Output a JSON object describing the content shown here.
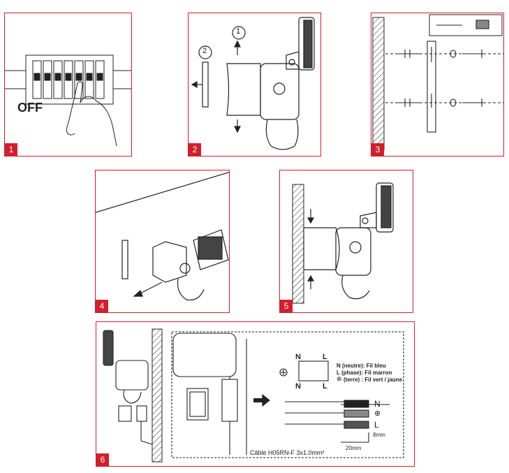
{
  "panels": [
    {
      "step": "1",
      "off_label": "OFF"
    },
    {
      "step": "2",
      "marker_1": "1",
      "marker_2": "2"
    },
    {
      "step": "3"
    },
    {
      "step": "4"
    },
    {
      "step": "5"
    },
    {
      "step": "6",
      "terminal_n_top": "N",
      "terminal_l_top": "L",
      "terminal_n_bottom": "N",
      "terminal_l_bottom": "L",
      "legend_n": "N (neutre): Fil bleu",
      "legend_l": "L (phase): Fil marron",
      "legend_earth": "(terre)  : Fil vert / jaune",
      "cable_n": "N",
      "cable_l": "L",
      "dim_8mm": "8mm",
      "dim_20mm": "20mm",
      "cable_spec": "Câble H05RN-F 3x1.0mm²"
    }
  ],
  "colors": {
    "accent": "#d21f2b",
    "line": "#222222"
  }
}
